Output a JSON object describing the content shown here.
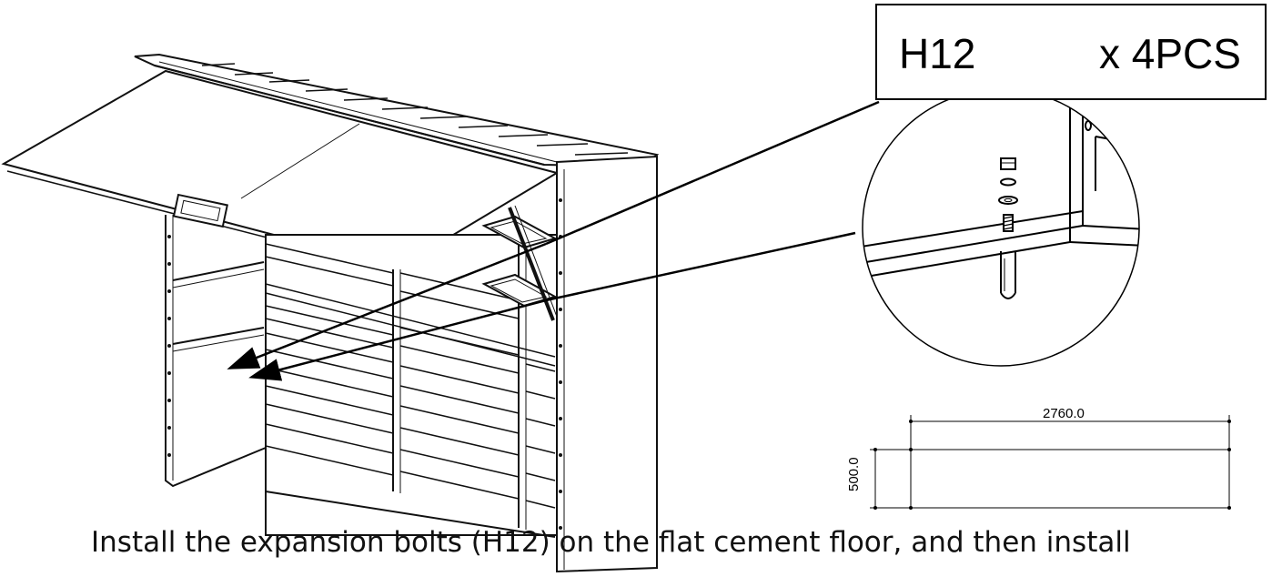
{
  "part_callout": {
    "code": "H12",
    "quantity": "x 4PCS"
  },
  "dimensions": {
    "width": "2760.0",
    "height": "500.0"
  },
  "caption": "Install the expansion bolts (H12) on the flat cement floor, and then install"
}
